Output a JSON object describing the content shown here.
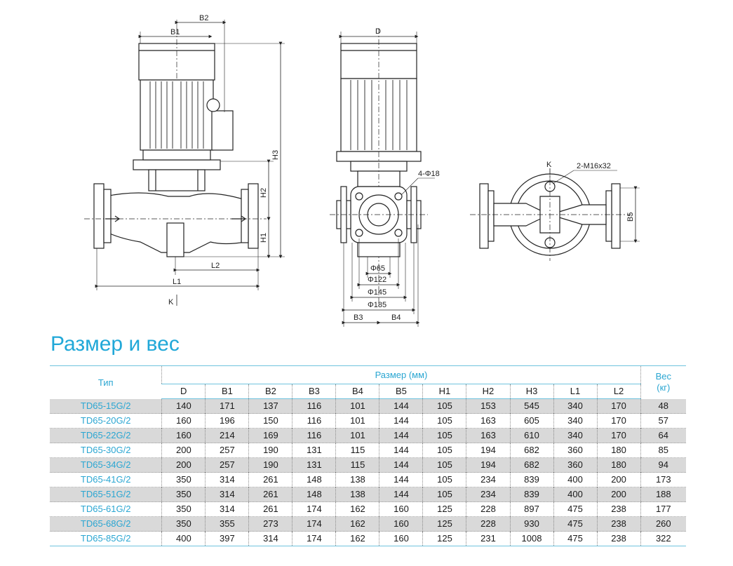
{
  "drawing": {
    "front_labels": {
      "b2": "B2",
      "b1": "B1",
      "h3": "H3",
      "h2": "H2",
      "h1": "H1",
      "l2": "L2",
      "l1": "L1",
      "k": "K"
    },
    "side_labels": {
      "d": "D",
      "bolt_holes": "4-Φ18",
      "phi65": "Φ65",
      "phi122": "Φ122",
      "phi145": "Φ145",
      "phi185": "Φ185",
      "b3": "B3",
      "b4": "B4"
    },
    "top_labels": {
      "k": "K",
      "bolt_thread": "2-M16x32",
      "b5": "B5"
    }
  },
  "section": {
    "title": "Размер и вес"
  },
  "table": {
    "model_header": "Тип",
    "size_group_header": "Размер (мм)",
    "weight_header": "Вес\n(кг)",
    "weight_header_line1": "Вес",
    "weight_header_line2": "(кг)",
    "dim_headers": [
      "D",
      "B1",
      "B2",
      "B3",
      "B4",
      "B5",
      "H1",
      "H2",
      "H3",
      "L1",
      "L2"
    ],
    "rows": [
      {
        "model": "TD65-15G/2",
        "values": [
          "140",
          "171",
          "137",
          "116",
          "101",
          "144",
          "105",
          "153",
          "545",
          "340",
          "170"
        ],
        "weight": "48"
      },
      {
        "model": "TD65-20G/2",
        "values": [
          "160",
          "196",
          "150",
          "116",
          "101",
          "144",
          "105",
          "163",
          "605",
          "340",
          "170"
        ],
        "weight": "57"
      },
      {
        "model": "TD65-22G/2",
        "values": [
          "160",
          "214",
          "169",
          "116",
          "101",
          "144",
          "105",
          "163",
          "610",
          "340",
          "170"
        ],
        "weight": "64"
      },
      {
        "model": "TD65-30G/2",
        "values": [
          "200",
          "257",
          "190",
          "131",
          "115",
          "144",
          "105",
          "194",
          "682",
          "360",
          "180"
        ],
        "weight": "85"
      },
      {
        "model": "TD65-34G/2",
        "values": [
          "200",
          "257",
          "190",
          "131",
          "115",
          "144",
          "105",
          "194",
          "682",
          "360",
          "180"
        ],
        "weight": "94"
      },
      {
        "model": "TD65-41G/2",
        "values": [
          "350",
          "314",
          "261",
          "148",
          "138",
          "144",
          "105",
          "234",
          "839",
          "400",
          "200"
        ],
        "weight": "173"
      },
      {
        "model": "TD65-51G/2",
        "values": [
          "350",
          "314",
          "261",
          "148",
          "138",
          "144",
          "105",
          "234",
          "839",
          "400",
          "200"
        ],
        "weight": "188"
      },
      {
        "model": "TD65-61G/2",
        "values": [
          "350",
          "314",
          "261",
          "174",
          "162",
          "160",
          "125",
          "228",
          "897",
          "475",
          "238"
        ],
        "weight": "177"
      },
      {
        "model": "TD65-68G/2",
        "values": [
          "350",
          "355",
          "273",
          "174",
          "162",
          "160",
          "125",
          "228",
          "930",
          "475",
          "238"
        ],
        "weight": "260"
      },
      {
        "model": "TD65-85G/2",
        "values": [
          "400",
          "397",
          "314",
          "174",
          "162",
          "160",
          "125",
          "231",
          "1008",
          "475",
          "238"
        ],
        "weight": "322"
      }
    ]
  }
}
